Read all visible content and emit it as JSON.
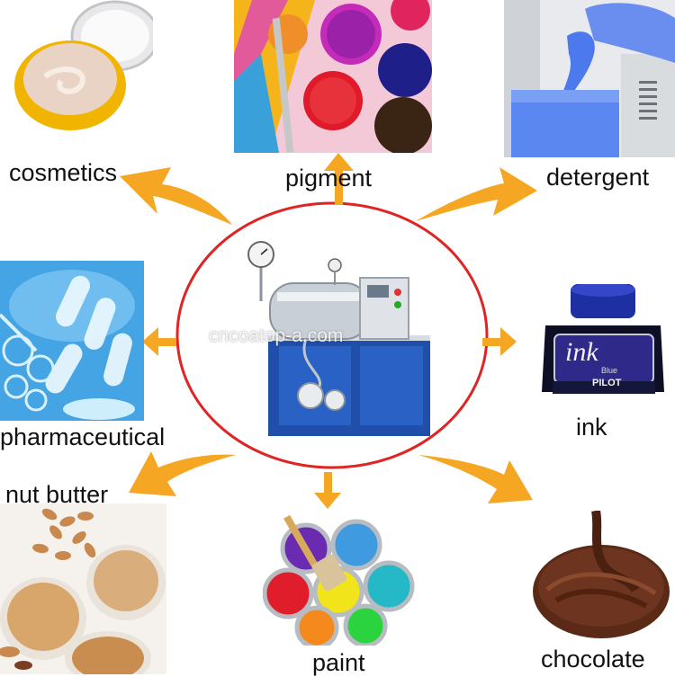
{
  "center": {
    "watermark": "cncoatop-a.com"
  },
  "labels": {
    "cosmetics": "cosmetics",
    "pigment": "pigment",
    "detergent": "detergent",
    "pharmaceutical": "pharmaceutical",
    "ink": "ink",
    "nut_butter": "nut butter",
    "paint": "paint",
    "chocolate": "chocolate"
  },
  "ink_bottle": {
    "brand_text": "ink",
    "sub_text": "Blue",
    "maker": "PILOT"
  },
  "colors": {
    "circle": "#e02424",
    "arrow": "#f5a623",
    "machine_frame": "#1f4fa8"
  }
}
